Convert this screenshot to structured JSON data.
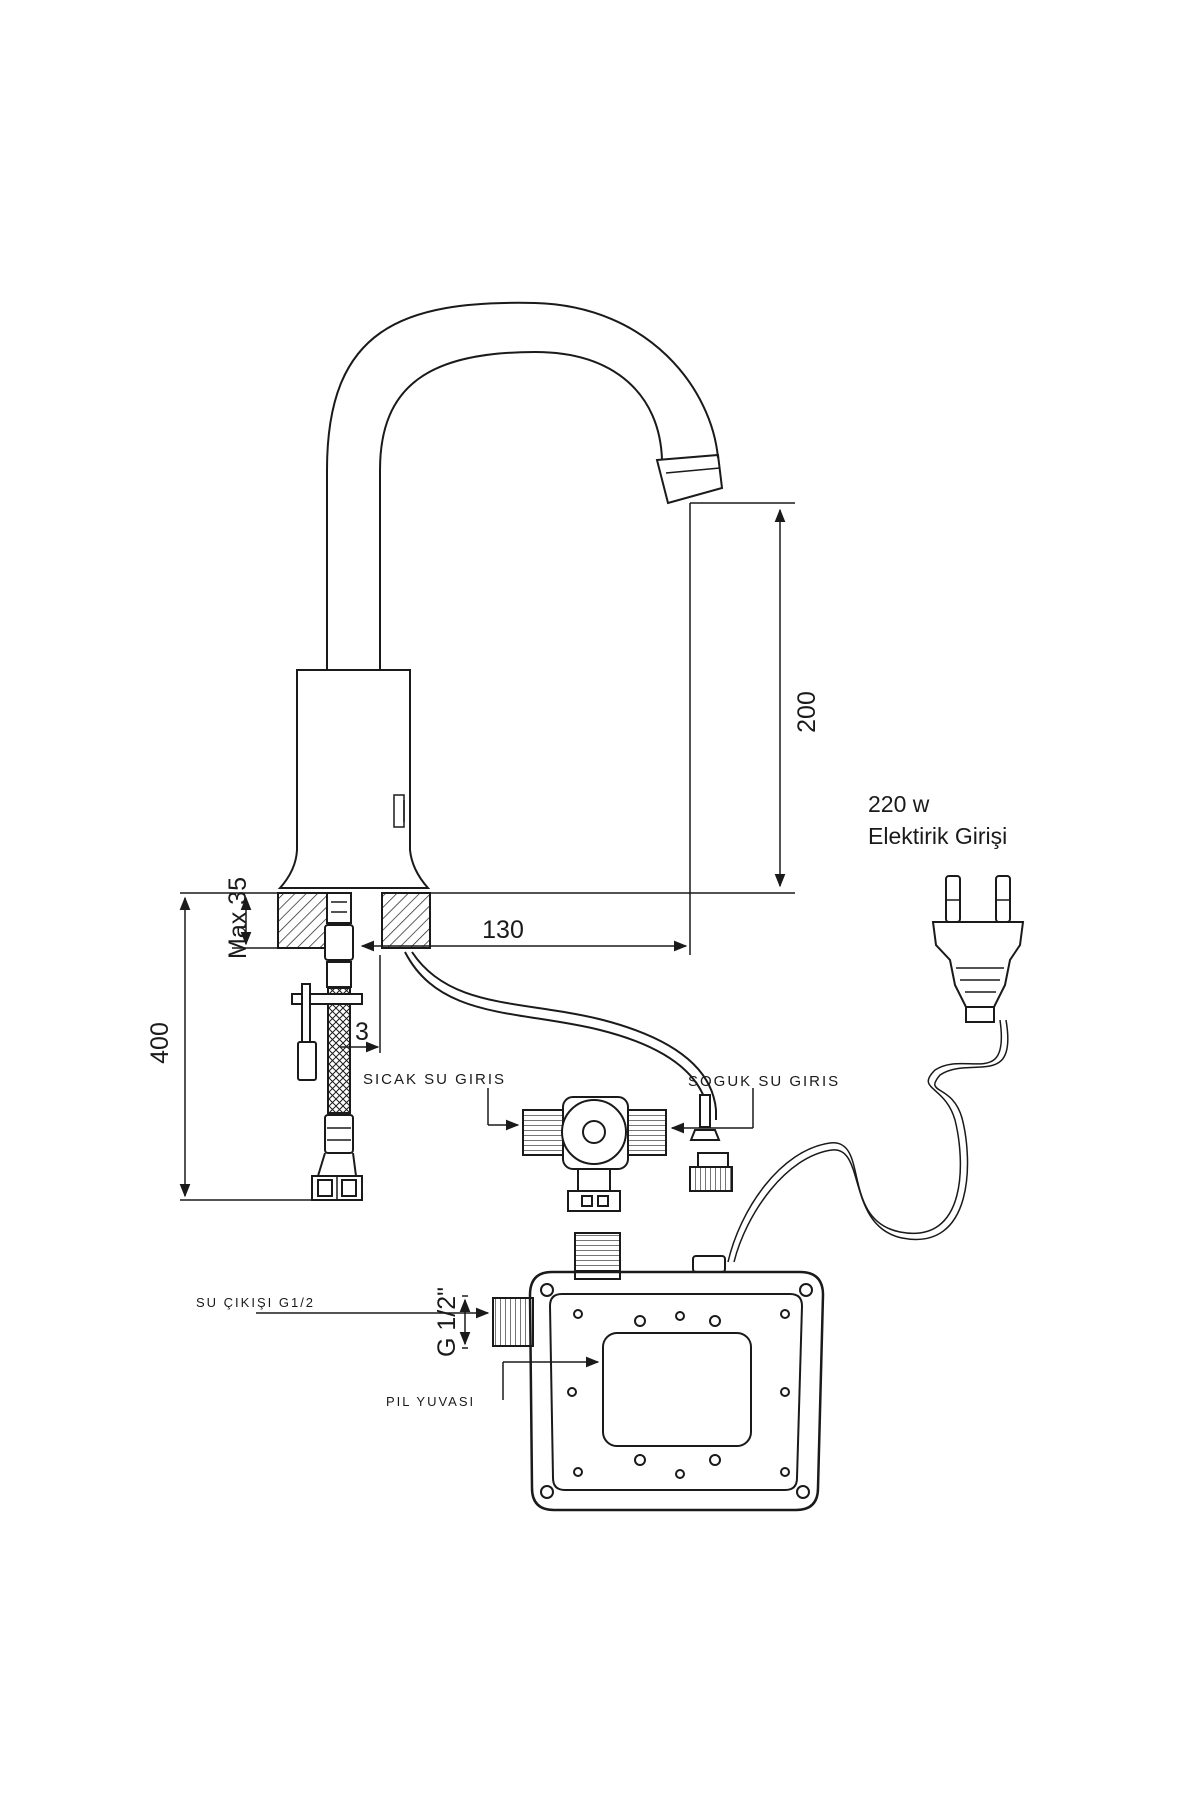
{
  "dimensions": {
    "spout_height": "200",
    "spout_reach": "130",
    "max_deck": "Max 35",
    "hose_length": "400",
    "offset": "3",
    "thread_size": "G 1/2\""
  },
  "labels": {
    "power_value": "220 w",
    "power_label": "Elektirik Girişi",
    "hot_water_inlet": "SICAK SU GIRIS",
    "cold_water_inlet": "SOGUK SU GIRIS",
    "water_outlet": "SU ÇIKIŞI G1/2",
    "battery_holder": "PIL YUVASI"
  },
  "colors": {
    "ink": "#1a1a1a",
    "background": "#ffffff"
  }
}
